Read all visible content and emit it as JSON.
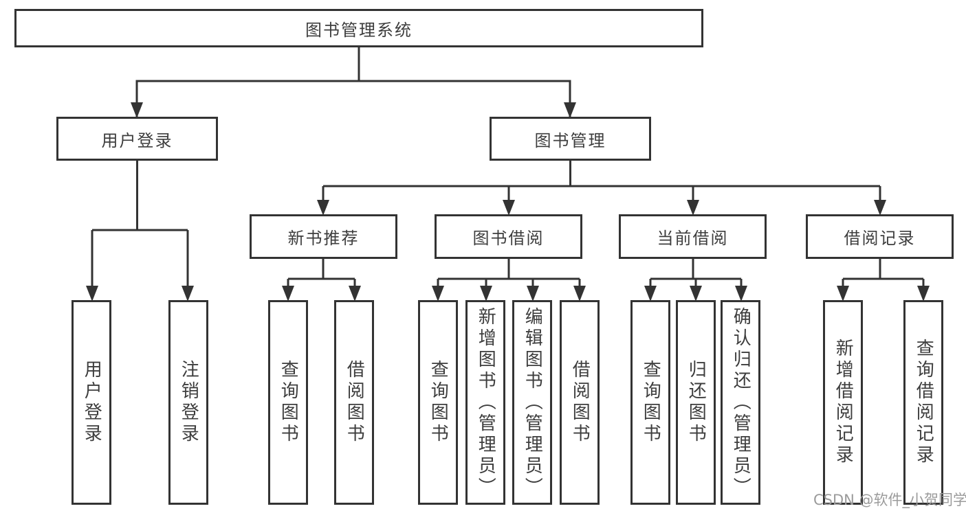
{
  "diagram": {
    "root": {
      "label": "图书管理系统"
    },
    "branches": [
      {
        "label": "用户登录",
        "children": [
          "用户登录",
          "注销登录"
        ]
      },
      {
        "label": "图书管理",
        "groups": [
          {
            "label": "新书推荐",
            "children": [
              "查询图书",
              "借阅图书"
            ]
          },
          {
            "label": "图书借阅",
            "children": [
              "查询图书",
              "新增图书（管理员）",
              "编辑图书（管理员）",
              "借阅图书"
            ]
          },
          {
            "label": "当前借阅",
            "children": [
              "查询图书",
              "归还图书",
              "确认归还（管理员）"
            ]
          },
          {
            "label": "借阅记录",
            "children": [
              "新增借阅记录",
              "查询借阅记录"
            ]
          }
        ]
      }
    ],
    "line_color": "#333333",
    "watermark": "CSDN @软件_小贺同学"
  }
}
